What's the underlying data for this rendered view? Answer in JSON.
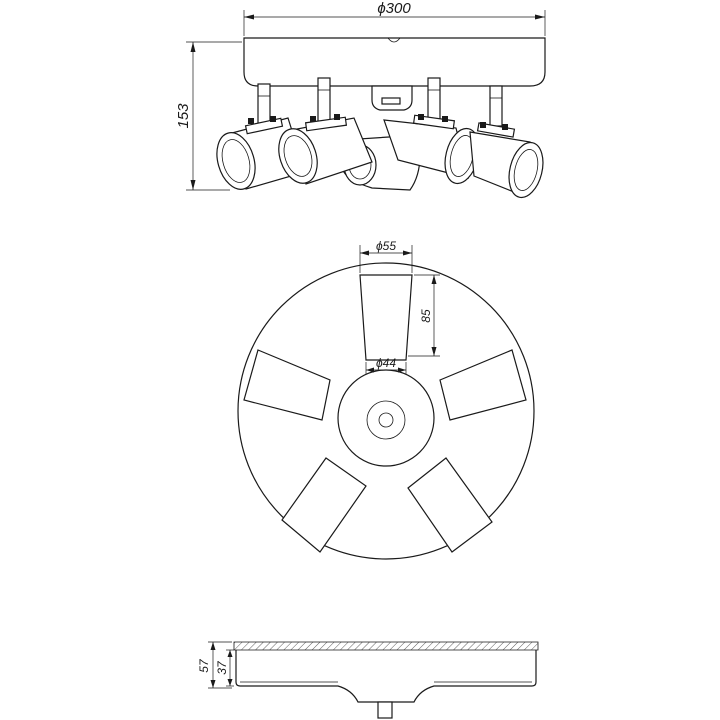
{
  "dimensions": {
    "top_view": {
      "diameter": "ϕ300",
      "height": "153"
    },
    "plan_view": {
      "outer_width": "ϕ55",
      "inner_width": "ϕ44",
      "depth": "85"
    },
    "section_view": {
      "total_height": "57",
      "canopy_height": "37"
    }
  },
  "spotlights": {
    "count": 5
  }
}
